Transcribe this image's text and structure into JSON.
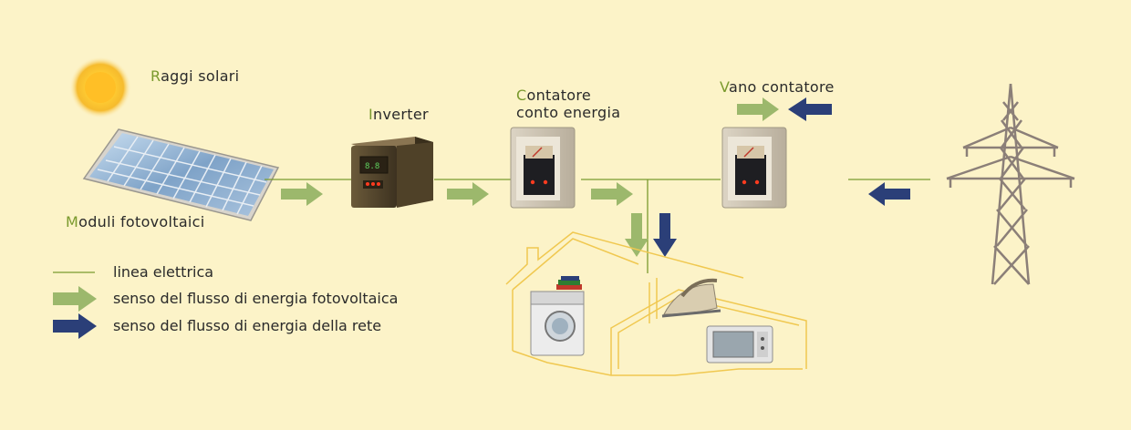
{
  "colors": {
    "background": "#fcf3c8",
    "line": "#7a9a2e",
    "pv_arrow": "#9cb86c",
    "grid_arrow": "#2b3f78",
    "house_outline": "#f0c850",
    "label_initial": "#7a9a2e"
  },
  "labels": {
    "sun": {
      "initial": "R",
      "rest": "aggi solari"
    },
    "modules": {
      "initial": "M",
      "rest": "oduli fotovoltaici"
    },
    "inverter": {
      "initial": "I",
      "rest": "nverter"
    },
    "meter": {
      "initial": "C",
      "line1_rest": "ontatore",
      "line2": "conto energia"
    },
    "meter_room": {
      "initial": "V",
      "rest": "ano contatore"
    }
  },
  "legend": [
    {
      "symbol": "line",
      "text": "linea elettrica"
    },
    {
      "symbol": "pv-arrow",
      "text": "senso del flusso di energia fotovoltaica"
    },
    {
      "symbol": "grid-arrow",
      "text": "senso del flusso di energia della rete"
    }
  ],
  "icons": [
    "sun-icon",
    "solar-panel-icon",
    "inverter-icon",
    "energy-meter-icon",
    "house-icon",
    "washing-machine-icon",
    "iron-icon",
    "microwave-icon",
    "pylon-icon"
  ]
}
